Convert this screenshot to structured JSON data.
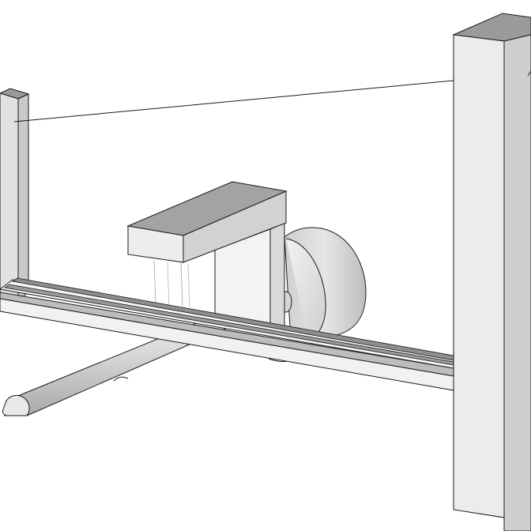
{
  "scene": {
    "type": "3d-cad-model-view",
    "background_color": "#ffffff",
    "colors": {
      "outline": "#1a1a1a",
      "face_light": "#ededed",
      "face_mid": "#d4d4d4",
      "face_dark": "#a8a8a8",
      "face_top": "#9a9a9a"
    },
    "components": [
      "left-pillar",
      "right-pillar",
      "tension-line",
      "rail-track",
      "carriage-head",
      "carriage-arm",
      "drive-wheel",
      "lower-shaft"
    ]
  }
}
